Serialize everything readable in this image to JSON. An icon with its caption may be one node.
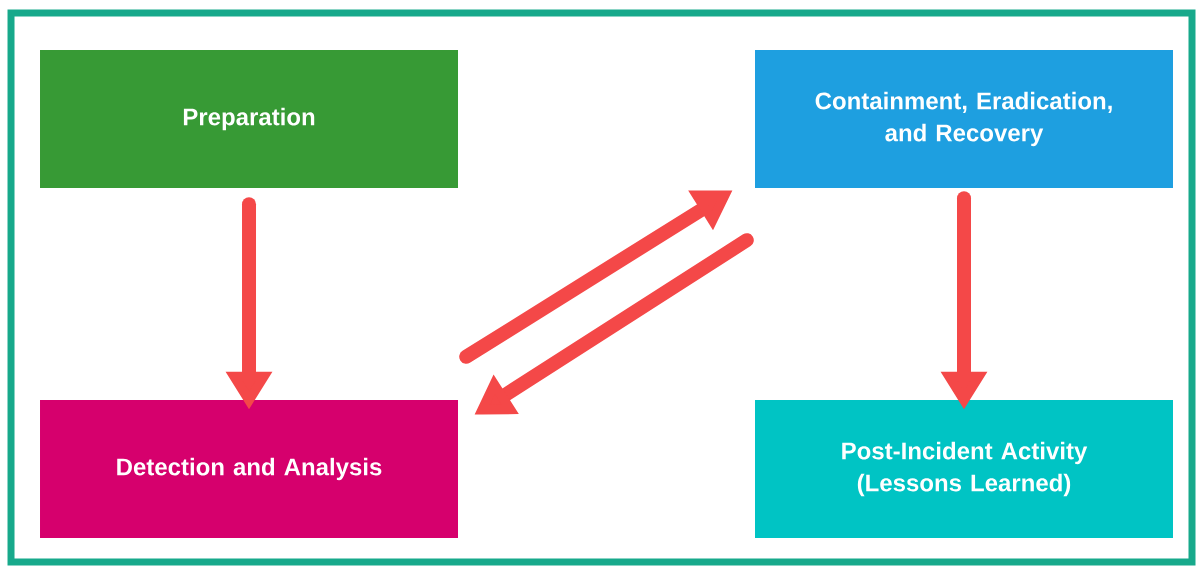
{
  "diagram": {
    "nodes": [
      {
        "text": [
          "Preparation"
        ]
      },
      {
        "text": [
          "Containment, Eradication, and Recovery"
        ]
      },
      {
        "text": [
          "Detection and Analysis"
        ]
      },
      {
        "text": [
          "Post-Incident Activity (Lessons Learned)"
        ]
      }
    ],
    "edges": [
      {
        "from": 0,
        "to": 2,
        "arrow": "to"
      },
      {
        "from": 2,
        "to": 1,
        "arrow": "to"
      },
      {
        "from": 1,
        "to": 2,
        "arrow": "to"
      },
      {
        "from": 1,
        "to": 3,
        "arrow": "to"
      }
    ]
  }
}
